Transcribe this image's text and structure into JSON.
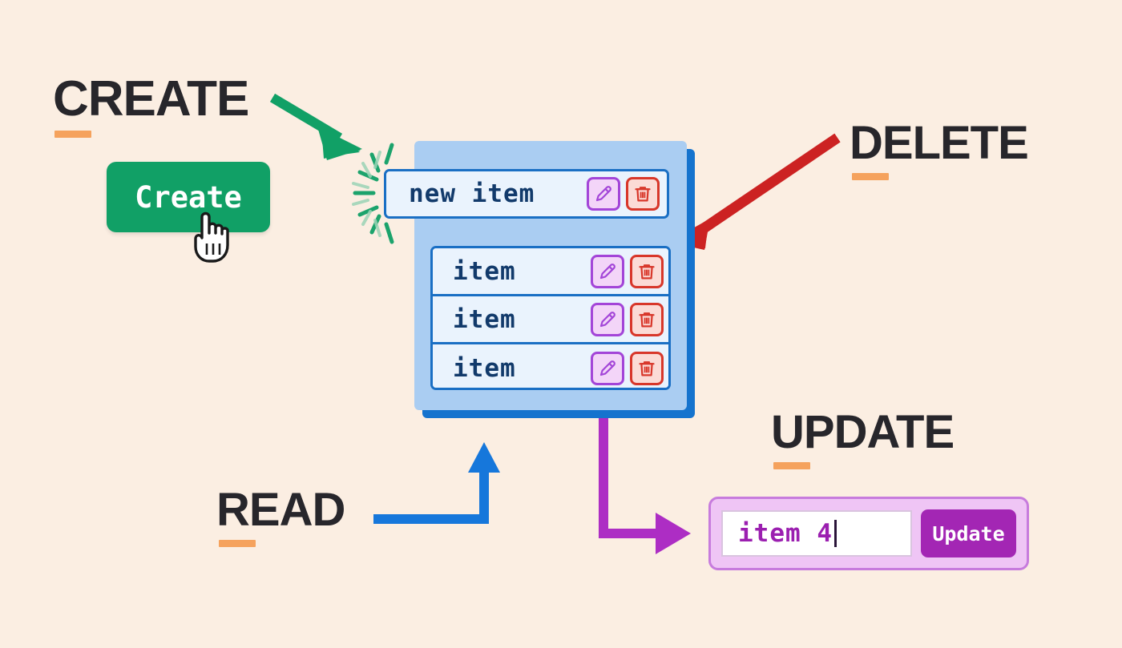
{
  "background_color": "#FBEEE2",
  "headings": {
    "create": {
      "text": "CREATE",
      "color": "#27262B",
      "underline_color": "#F5A25D"
    },
    "delete": {
      "text": "DELETE",
      "color": "#27262B",
      "underline_color": "#F5A25D"
    },
    "read": {
      "text": "READ",
      "color": "#27262B",
      "underline_color": "#F5A25D"
    },
    "update": {
      "text": "UPDATE",
      "color": "#27262B",
      "underline_color": "#F5A25D"
    }
  },
  "create_section": {
    "button_label": "Create",
    "button_color": "#11A066",
    "button_text_color": "#FFFFFF",
    "cursor_icon": "pointing-hand-cursor",
    "arrow_color": "#11A066",
    "sparkle_color": "#11A066"
  },
  "list_panel": {
    "panel_color": "#AACDF2",
    "shadow_color": "#1573CE",
    "row_border_color": "#1A6FC4",
    "row_fill_color": "#EAF3FD",
    "row_text_color": "#123A6B",
    "new_item": {
      "text": "new item",
      "edit_icon": "pencil-icon",
      "delete_icon": "trash-icon"
    },
    "items": [
      {
        "text": "item",
        "edit_icon": "pencil-icon",
        "delete_icon": "trash-icon"
      },
      {
        "text": "item",
        "edit_icon": "pencil-icon",
        "delete_icon": "trash-icon"
      },
      {
        "text": "item",
        "edit_icon": "pencil-icon",
        "delete_icon": "trash-icon"
      }
    ],
    "edit_button_fill": "#F3D5F8",
    "edit_button_border": "#A345D8",
    "delete_button_fill": "#FBDBD6",
    "delete_button_border": "#D8372A"
  },
  "delete_section": {
    "arrow_color": "#CC2222"
  },
  "read_section": {
    "arrow_color": "#1677DB"
  },
  "update_section": {
    "input_value": "item 4",
    "input_text_color": "#9B1FB0",
    "caret_visible": true,
    "button_label": "Update",
    "button_color": "#A326B4",
    "button_text_color": "#FFFFFF",
    "panel_fill": "#EFC5F5",
    "panel_border": "#C77BDD",
    "arrow_color": "#AD2DC4"
  }
}
